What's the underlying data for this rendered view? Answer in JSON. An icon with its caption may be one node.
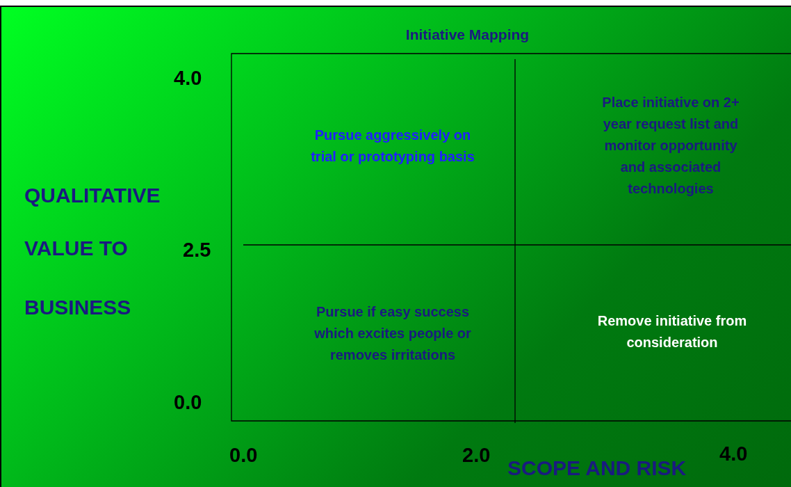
{
  "diagram": {
    "title": "Initiative Mapping",
    "nodes": [
      {
        "text": [
          "Pursue aggressively on trial or prototyping basis"
        ]
      },
      {
        "text": [
          "Place initiative on 2+ year request list and monitor opportunity and associated technologies"
        ]
      },
      {
        "text": [
          "Pursue if easy success which excites people or removes irritations"
        ]
      },
      {
        "text": [
          "Remove initiative from consideration"
        ]
      }
    ],
    "labels": [
      "4.0",
      "QUALITATIVE",
      "VALUE TO",
      "2.5",
      "BUSINESS",
      "0.0",
      "0.0",
      "2.0",
      "SCOPE AND RISK",
      "4.0"
    ]
  }
}
